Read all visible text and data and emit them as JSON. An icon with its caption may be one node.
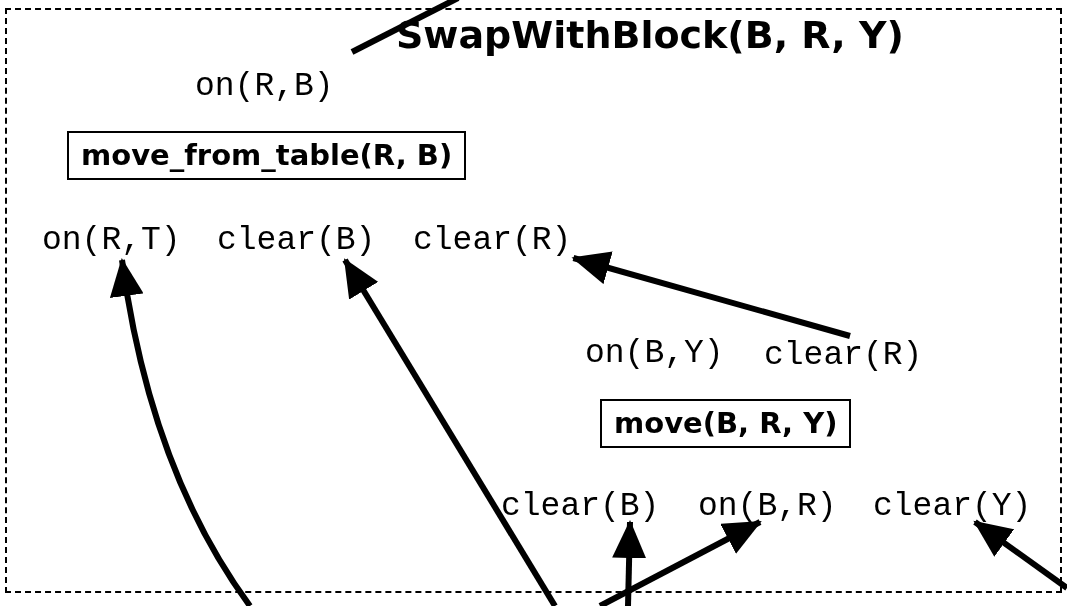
{
  "diagram": {
    "nodes": [
      {
        "text": [
          "SwapWithBlock(B, R, Y)"
        ]
      },
      {
        "text": [
          "move_from_table(R, B)"
        ],
        "in": 0
      },
      {
        "text": [
          "on(R,T)"
        ],
        "in": 0
      },
      {
        "text": [
          "clear(B)"
        ],
        "in": 0
      },
      {
        "text": [
          "clear(R)"
        ],
        "in": 0
      },
      {
        "text": [
          "clear(R)"
        ],
        "in": 0
      },
      {
        "text": [
          "move(B, R, Y)"
        ],
        "in": 0
      },
      {
        "text": [
          "clear(B)"
        ],
        "in": 0
      },
      {
        "text": [
          "on(B,R)"
        ],
        "in": 0
      },
      {
        "text": [
          "clear(Y)"
        ],
        "in": 0
      }
    ],
    "edges": [
      {
        "from": null,
        "to": 0,
        "arrow": "none"
      },
      {
        "from": 5,
        "to": 4,
        "arrow": "to"
      },
      {
        "from": null,
        "to": 2,
        "arrow": "to"
      },
      {
        "from": null,
        "to": 3,
        "arrow": "to"
      },
      {
        "from": null,
        "to": 7,
        "arrow": "to"
      },
      {
        "from": null,
        "to": 8,
        "arrow": "to"
      },
      {
        "from": null,
        "to": 9,
        "arrow": "to"
      }
    ],
    "labels": [
      "on(R,B)",
      "on(B,Y)"
    ]
  }
}
